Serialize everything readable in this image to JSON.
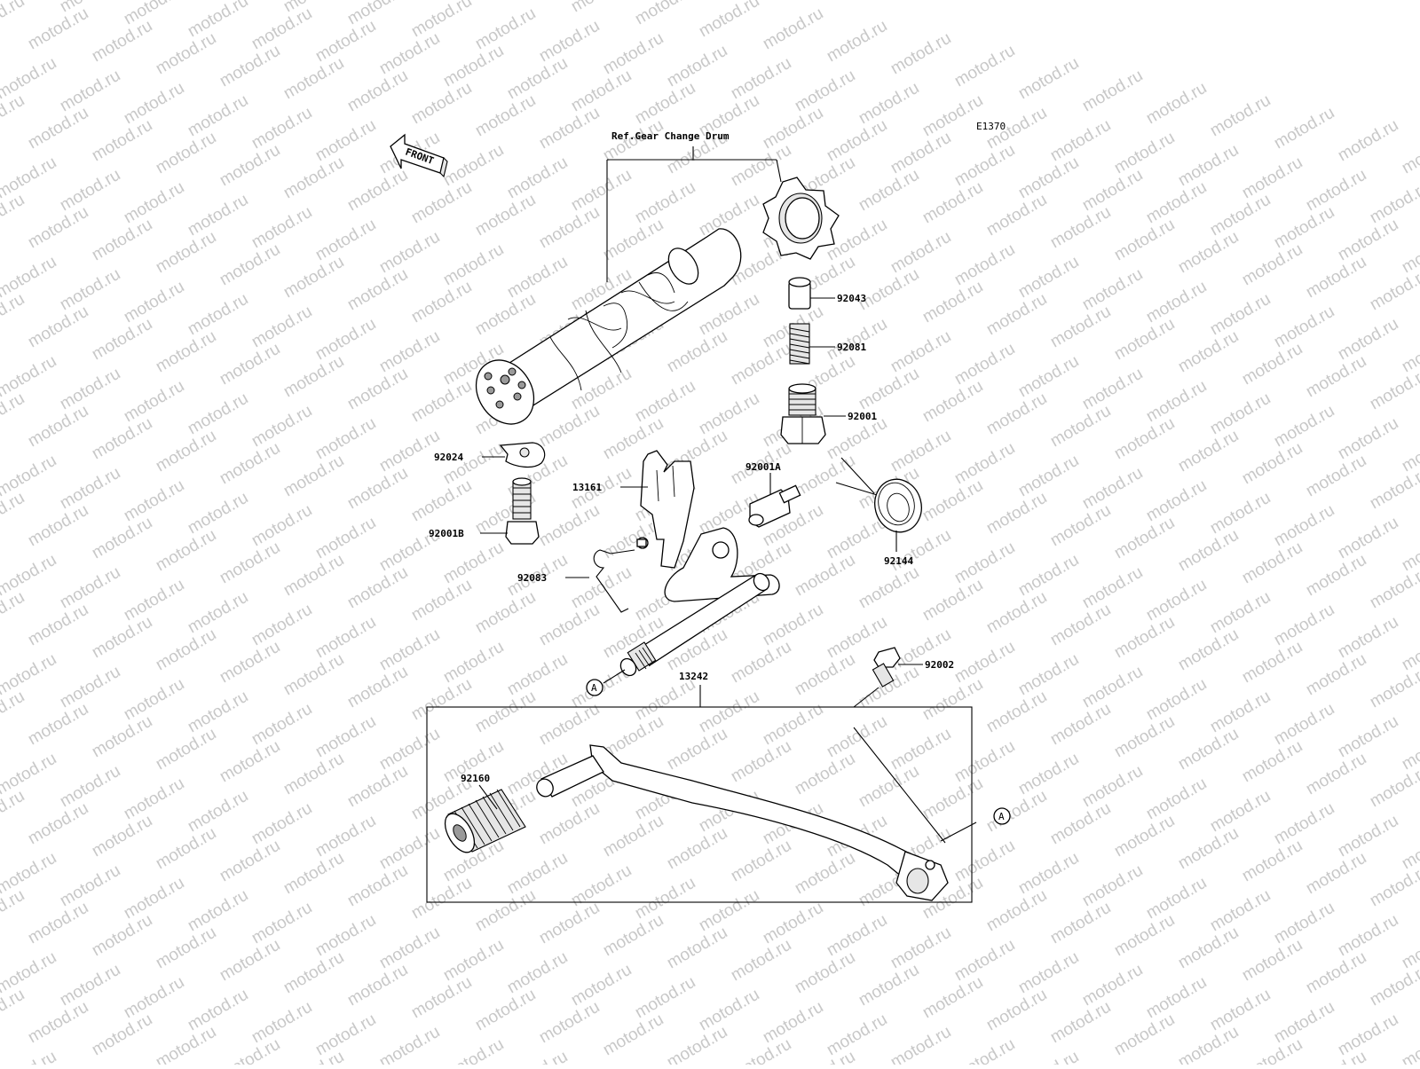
{
  "diagram_code": "E1370",
  "front_label": "FRONT",
  "ref_label": "Ref.Gear Change Drum",
  "watermark": "motod.ru",
  "callout_marker": "A",
  "parts": {
    "p92043": "92043",
    "p92081": "92081",
    "p92001": "92001",
    "p92024": "92024",
    "p13161": "13161",
    "p92001A": "92001A",
    "p92001B": "92001B",
    "p92144": "92144",
    "p92083": "92083",
    "p92002": "92002",
    "p13242": "13242",
    "p92160": "92160"
  }
}
